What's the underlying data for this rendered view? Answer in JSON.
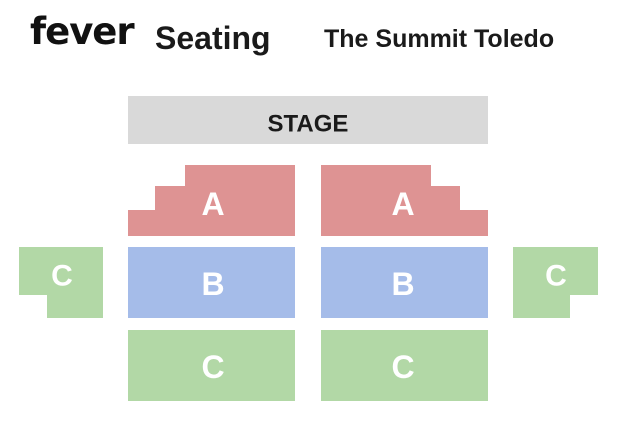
{
  "header": {
    "logo": "fever",
    "subtitle": "Seating",
    "venue": "The Summit Toledo"
  },
  "stage": {
    "label": "STAGE"
  },
  "sections": {
    "a_left": "A",
    "a_right": "A",
    "b_left": "B",
    "b_right": "B",
    "c_left": "C",
    "c_right": "C",
    "c_side_left": "C",
    "c_side_right": "C"
  },
  "colors": {
    "stage": "#d9d9d9",
    "section_a": "#de9393",
    "section_b": "#a5bce9",
    "section_c": "#b2d8a6"
  }
}
